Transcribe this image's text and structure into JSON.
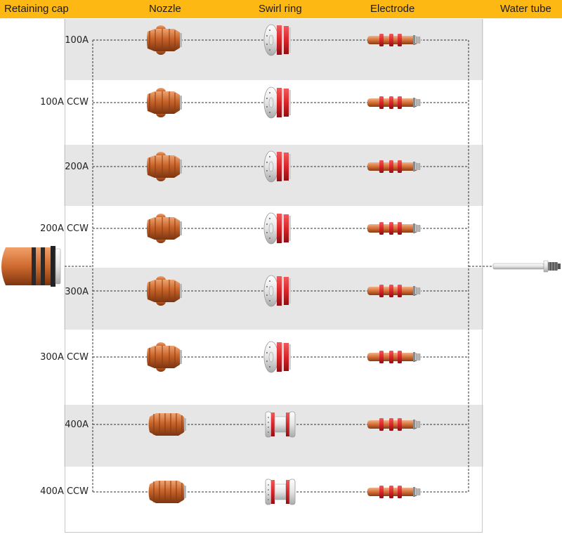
{
  "header": {
    "retaining_cap": "Retaining cap",
    "nozzle": "Nozzle",
    "swirl_ring": "Swirl ring",
    "electrode": "Electrode",
    "water_tube": "Water tube"
  },
  "rows": [
    {
      "label": "100A"
    },
    {
      "label": "100A CCW"
    },
    {
      "label": "200A"
    },
    {
      "label": "200A CCW"
    },
    {
      "label": "300A"
    },
    {
      "label": "300A CCW"
    },
    {
      "label": "400A"
    },
    {
      "label": "400A CCW"
    }
  ],
  "colors": {
    "header": "#fdb813",
    "copper": "#c8632a",
    "red_ring": "#d9252a",
    "band": "#e6e6e6"
  }
}
